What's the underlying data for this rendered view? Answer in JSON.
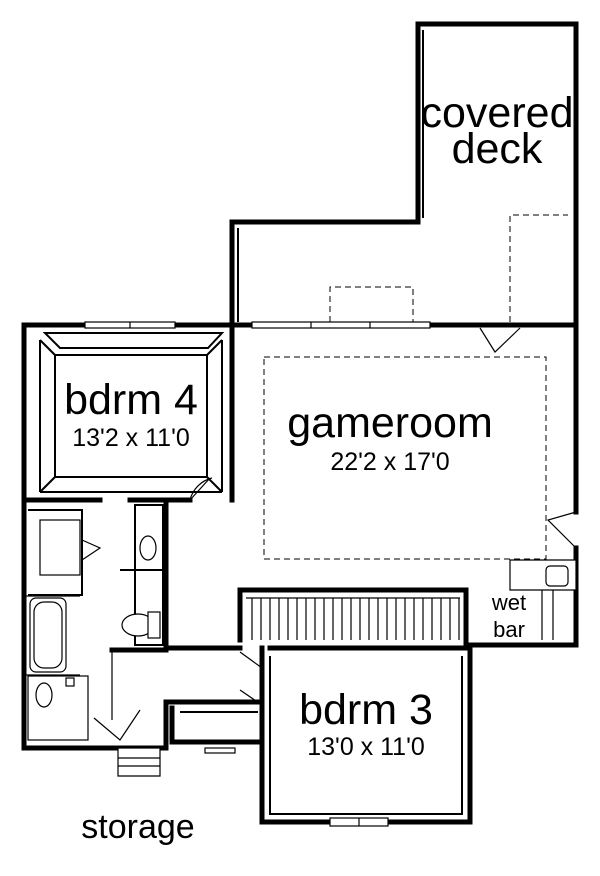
{
  "rooms": {
    "covered_deck": {
      "line1": "covered",
      "line2": "deck"
    },
    "bdrm4": {
      "name": "bdrm 4",
      "size": "13'2 x 11'0"
    },
    "gameroom": {
      "name": "gameroom",
      "size": "22'2 x 17'0"
    },
    "wet_bar": {
      "line1": "wet",
      "line2": "bar"
    },
    "bdrm3": {
      "name": "bdrm 3",
      "size": "13'0 x 11'0"
    },
    "storage": {
      "name": "storage"
    }
  },
  "colors": {
    "ink": "#000000",
    "paper": "#ffffff"
  }
}
